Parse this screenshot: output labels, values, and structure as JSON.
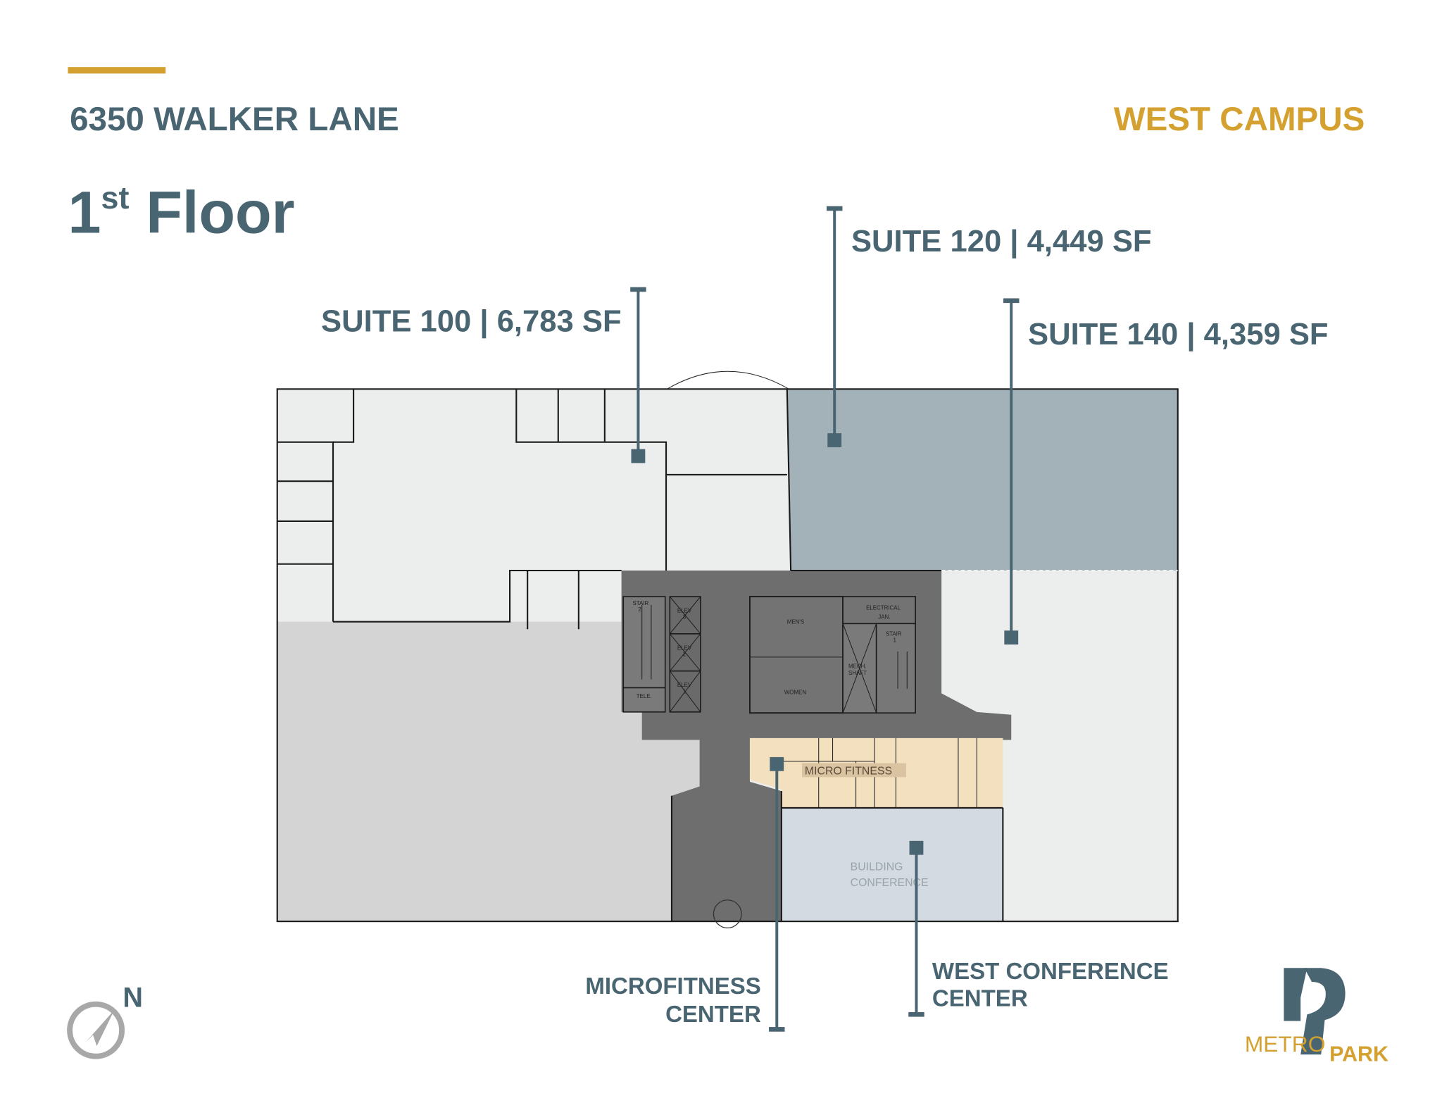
{
  "header": {
    "address": "6350 WALKER LANE",
    "campus": "WEST CAMPUS",
    "floor_number": "1",
    "floor_suffix": "st",
    "floor_word": "Floor"
  },
  "suites": [
    {
      "label": "SUITE 100 | 6,783 SF"
    },
    {
      "label": "SUITE 120 | 4,449 SF"
    },
    {
      "label": "SUITE 140 | 4,359 SF"
    }
  ],
  "amenities": {
    "microfitness": [
      "MICROFITNESS",
      "CENTER"
    ],
    "conference": [
      "WEST CONFERENCE",
      "CENTER"
    ]
  },
  "plan_labels": {
    "stair2": [
      "STAIR",
      "2"
    ],
    "elev3": [
      "ELEV",
      "3"
    ],
    "elev2": [
      "ELEV",
      "2"
    ],
    "elev1": [
      "ELEV",
      "1"
    ],
    "tele": "TELE.",
    "mens": "MEN'S",
    "women": "WOMEN",
    "electrical": "ELECTRICAL",
    "jan": "JAN.",
    "stair1": [
      "STAIR",
      "1"
    ],
    "mech": [
      "MECH.",
      "SHAFT"
    ],
    "micro_fitness": "MICRO FITNESS",
    "building_conference": [
      "BUILDING",
      "CONFERENCE"
    ]
  },
  "compass": {
    "north": "N",
    "icon": "compass-icon"
  },
  "logo": {
    "word1": "METRO",
    "word2": "PARK"
  },
  "colors": {
    "text_slate": "#4a6572",
    "accent_gold": "#d4a02f",
    "suite_120_fill": "#a3b1b9",
    "suite_light_fill": "#eceeed",
    "core_fill": "#6e6e6e",
    "fitness_fill": "#f2e0bf",
    "conference_fill": "#d3dae1",
    "unleased_fill": "#d4d4d4"
  }
}
